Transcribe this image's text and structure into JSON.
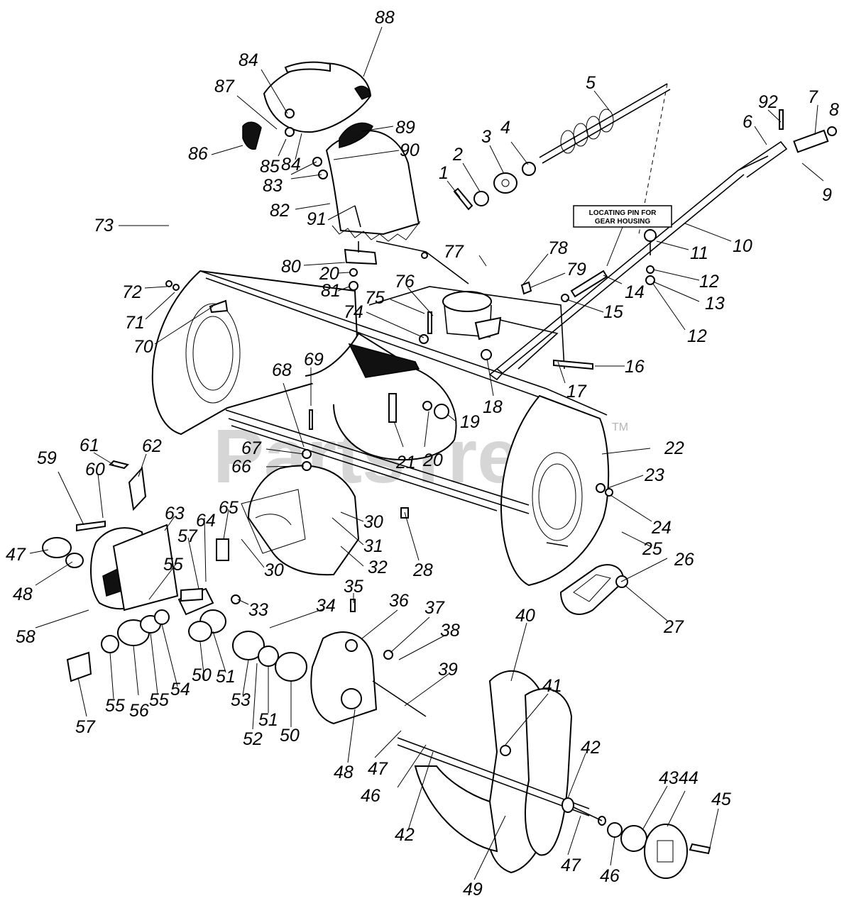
{
  "watermark": {
    "text": "PartsTree",
    "tm": "TM"
  },
  "callout": {
    "line1": "LOCATING PIN FOR",
    "line2": "GEAR HOUSING"
  },
  "part_numbers": [
    "88",
    "84",
    "87",
    "86",
    "85",
    "84",
    "89",
    "90",
    "83",
    "82",
    "91",
    "5",
    "92",
    "7",
    "8",
    "6",
    "9",
    "4",
    "3",
    "2",
    "1",
    "10",
    "11",
    "12",
    "13",
    "12",
    "73",
    "72",
    "71",
    "70",
    "80",
    "20",
    "81",
    "77",
    "78",
    "79",
    "76",
    "75",
    "74",
    "14",
    "15",
    "16",
    "17",
    "18",
    "69",
    "68",
    "19",
    "21",
    "20",
    "22",
    "23",
    "24",
    "67",
    "66",
    "61",
    "62",
    "59",
    "60",
    "47",
    "48",
    "58",
    "63",
    "57",
    "55",
    "64",
    "65",
    "30",
    "31",
    "30",
    "32",
    "25",
    "26",
    "27",
    "28",
    "33",
    "34",
    "35",
    "36",
    "37",
    "38",
    "55",
    "56",
    "55",
    "54",
    "50",
    "51",
    "53",
    "52",
    "51",
    "50",
    "39",
    "40",
    "41",
    "48",
    "47",
    "46",
    "42",
    "42",
    "43",
    "44",
    "45",
    "47",
    "46",
    "49",
    "57"
  ]
}
